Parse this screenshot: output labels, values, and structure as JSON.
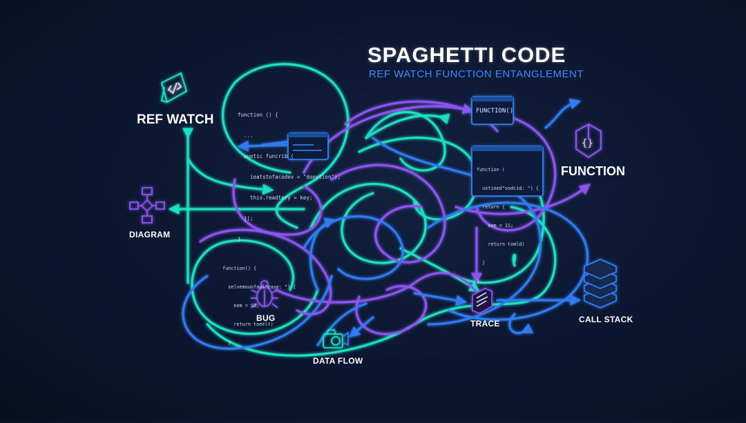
{
  "header": {
    "title": "SPAGHETTI CODE",
    "subtitle": "REF WATCH FUNCTION ENTANGLEMENT"
  },
  "nodes": {
    "ref_watch": "REF WATCH",
    "function": "FUNCTION",
    "diagram": "DIAGRAM",
    "bug": "BUG",
    "data_flow": "DATA FLOW",
    "trace": "TRACE",
    "call_stack": "CALL STACK"
  },
  "code_windows": {
    "function_window_label": "FUNCTION()",
    "snippet_top_left": [
      "function () {",
      "  ...",
      "  auotic funcrib (",
      "    ieatstnfacodev = \"donction\");",
      "    this.readtery = key;",
      "  });",
      "}"
    ],
    "snippet_right": [
      "function ( ",
      "  ustined\"vodcid: \") {",
      "  return {",
      "    eem = 1S;",
      "    return tomld)",
      "  }",
      "}"
    ],
    "snippet_left_bottom": [
      "function() {",
      "  selvemounfawl\"ease: \") {",
      "    eem = SO;",
      "    return toeelt)",
      "  }"
    ]
  },
  "colors": {
    "background": "#0c1630",
    "teal": "#1fe0c4",
    "purple": "#8c54f0",
    "blue": "#2f7bf0",
    "title": "#ffffff",
    "subtitle": "#3d8bff"
  },
  "icons": [
    "code-file-icon",
    "curly-braces-icon",
    "flowchart-icon",
    "bug-icon",
    "camera-icon",
    "document-icon",
    "stack-icon"
  ]
}
